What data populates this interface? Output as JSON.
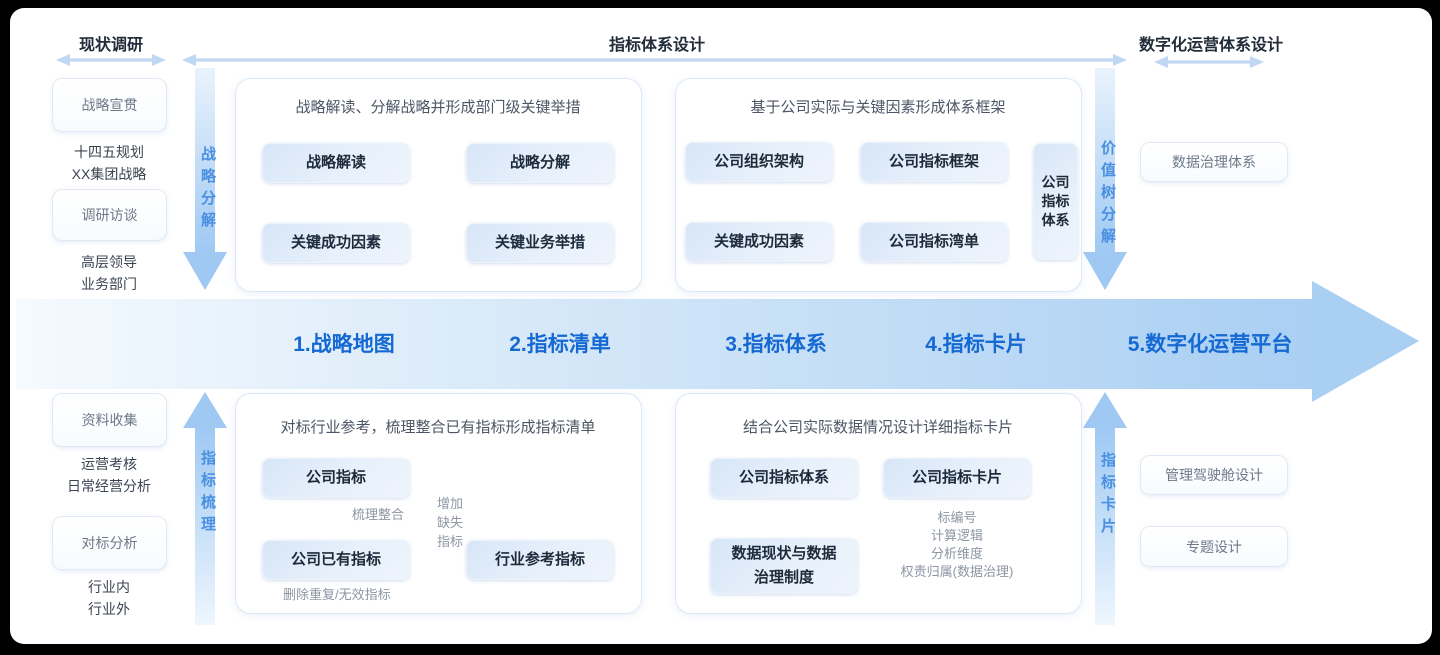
{
  "header": {
    "phase1": "现状调研",
    "phase2": "指标体系设计",
    "phase3": "数字化运营体系设计"
  },
  "flow_steps": [
    "1.战略地图",
    "2.指标清单",
    "3.指标体系",
    "4.指标卡片",
    "5.数字化运营平台"
  ],
  "vertical_labels": {
    "strategy_decompose": "战略分解",
    "metric_sorting": "指标梳理",
    "value_tree_decompose": "价值树分解",
    "metric_card": "指标卡片"
  },
  "survey_column": {
    "box1": "战略宣贯",
    "note1": "十四五规划\nXX集团战略",
    "box2": "调研访谈",
    "note2": "高层领导\n业务部门",
    "box3": "资料收集",
    "note3": "运营考核\n日常经营分析",
    "box4": "对标分析",
    "note4": "行业内\n行业外"
  },
  "digital_column": {
    "box1": "数据治理体系",
    "box2": "管理驾驶舱设计",
    "box3": "专题设计"
  },
  "panel_strategy": {
    "title": "战略解读、分解战略并形成部门级关键举措",
    "box1": "战略解读",
    "box2": "战略分解",
    "box3": "关键成功因素",
    "box4": "关键业务举措"
  },
  "panel_framework": {
    "title": "基于公司实际与关键因素形成体系框架",
    "box1": "公司组织架构",
    "box2": "公司指标框架",
    "box3": "关键成功因素",
    "box4": "公司指标湾单",
    "result": "公司指标体系"
  },
  "panel_inventory": {
    "title": "对标行业参考，梳理整合已有指标形成指标清单",
    "box1": "公司指标",
    "box2": "公司已有指标",
    "box3": "行业参考指标",
    "label_sort": "梳理整合",
    "label_add": "增加\n缺失\n指标",
    "label_remove": "删除重复/无效指标"
  },
  "panel_card": {
    "title": "结合公司实际数据情况设计详细指标卡片",
    "box1": "公司指标体系",
    "box2": "公司指标卡片",
    "box3": "数据现状与数据\n治理制度",
    "notes": "标编号\n计算逻辑\n分析维度\n权责归属(数据治理)"
  },
  "colors": {
    "step_text_blue": "#1569d3",
    "vertical_label_blue": "#4a90e2",
    "solid_arrow_blue": "#4f95ef",
    "band_blue": "#a9cff3"
  }
}
